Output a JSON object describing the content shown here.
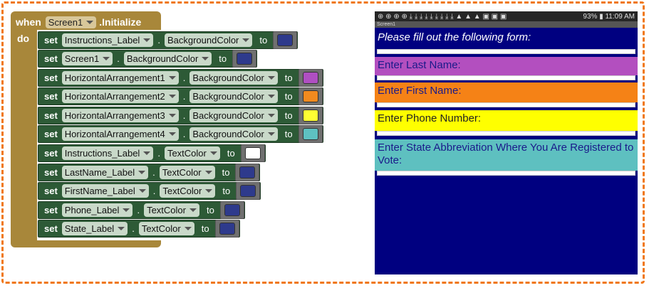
{
  "event": {
    "when": "when",
    "component": "Screen1",
    "event_name": ".Initialize",
    "do": "do"
  },
  "rows": [
    {
      "kw": "set",
      "comp": "Instructions_Label",
      "prop": "BackgroundColor",
      "to": "to",
      "color": "#2e3a8c"
    },
    {
      "kw": "set",
      "comp": "Screen1",
      "prop": "BackgroundColor",
      "to": "to",
      "color": "#2e3a8c"
    },
    {
      "kw": "set",
      "comp": "HorizontalArrangement1",
      "prop": "BackgroundColor",
      "to": "to",
      "color": "#b04fc2"
    },
    {
      "kw": "set",
      "comp": "HorizontalArrangement2",
      "prop": "BackgroundColor",
      "to": "to",
      "color": "#f08a1f"
    },
    {
      "kw": "set",
      "comp": "HorizontalArrangement3",
      "prop": "BackgroundColor",
      "to": "to",
      "color": "#ffff33"
    },
    {
      "kw": "set",
      "comp": "HorizontalArrangement4",
      "prop": "BackgroundColor",
      "to": "to",
      "color": "#5ec1c1"
    },
    {
      "kw": "set",
      "comp": "Instructions_Label",
      "prop": "TextColor",
      "to": "to",
      "color": "#ffffff"
    },
    {
      "kw": "set",
      "comp": "LastName_Label",
      "prop": "TextColor",
      "to": "to",
      "color": "#2e3a8c"
    },
    {
      "kw": "set",
      "comp": "FirstName_Label",
      "prop": "TextColor",
      "to": "to",
      "color": "#2e3a8c"
    },
    {
      "kw": "set",
      "comp": "Phone_Label",
      "prop": "TextColor",
      "to": "to",
      "color": "#2e3a8c"
    },
    {
      "kw": "set",
      "comp": "State_Label",
      "prop": "TextColor",
      "to": "to",
      "color": "#2e3a8c"
    }
  ],
  "phone": {
    "status_time": "11:09 AM",
    "battery": "93%",
    "title": "Screen1",
    "background": "#000080",
    "instructions": "Please fill out the following form:",
    "labels": [
      {
        "text": "Enter Last Name:",
        "bg": "#b34fbf"
      },
      {
        "text": "Enter First Name:",
        "bg": "#f58216"
      },
      {
        "text": "Enter Phone Number:",
        "bg": "#ffff00"
      },
      {
        "text": "Enter State Abbreviation Where You Are Registered to Vote:",
        "bg": "#5ec0c0"
      }
    ]
  }
}
